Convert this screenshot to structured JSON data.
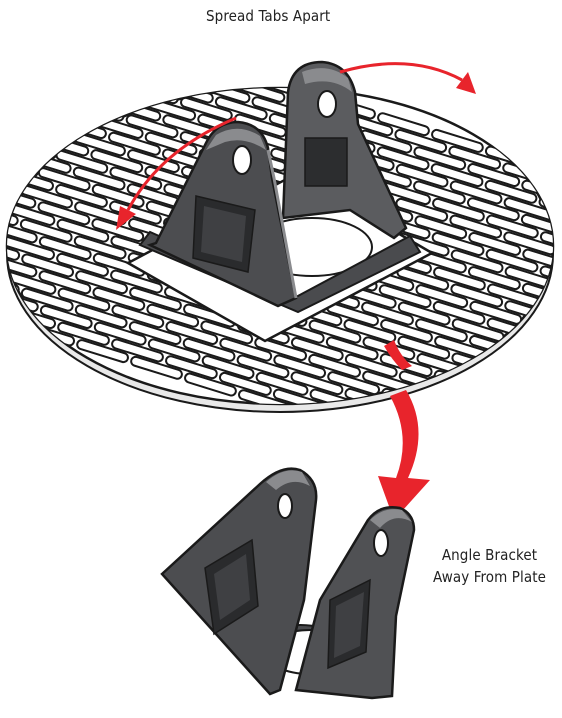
{
  "labels": {
    "top": "Spread Tabs Apart",
    "bottom_line1": "Angle Bracket",
    "bottom_line2": "Away From Plate"
  },
  "colors": {
    "arrow_red": "#e8242c",
    "part_dark": "#3a3b3d",
    "part_mid": "#5b5c5f",
    "part_light": "#8a8b8e",
    "outline": "#1a1a1a",
    "plate_fill": "#ffffff"
  },
  "icons": [
    "rotation-arrow-right",
    "rotation-arrow-left",
    "downward-curved-arrow"
  ]
}
